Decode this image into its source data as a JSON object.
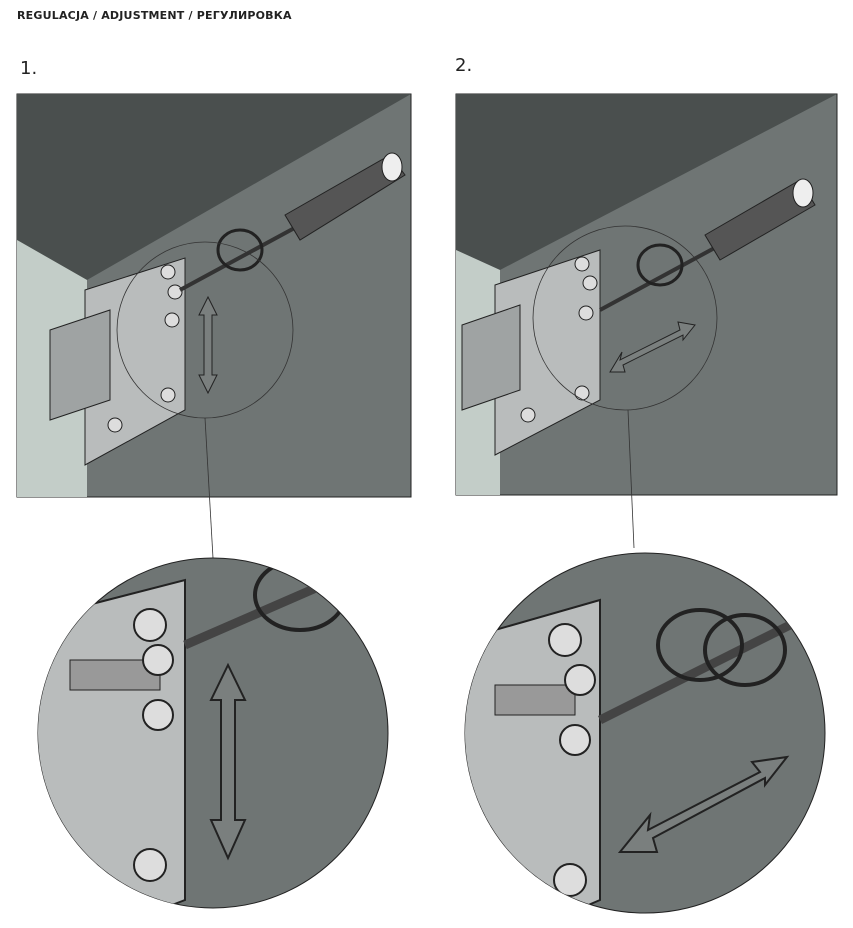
{
  "header": {
    "title": "REGULACJA / ADJUSTMENT / РЕГУЛИРОВКА"
  },
  "steps": [
    {
      "number": "1.",
      "arrow_direction": "vertical"
    },
    {
      "number": "2.",
      "arrow_direction": "diagonal"
    }
  ],
  "colors": {
    "top_wall": "#4a4f4e",
    "side_wall": "#6f7574",
    "left_panel": "#c3cdc8",
    "metal": "#b9bcbc",
    "outline": "#1e1e1e"
  }
}
